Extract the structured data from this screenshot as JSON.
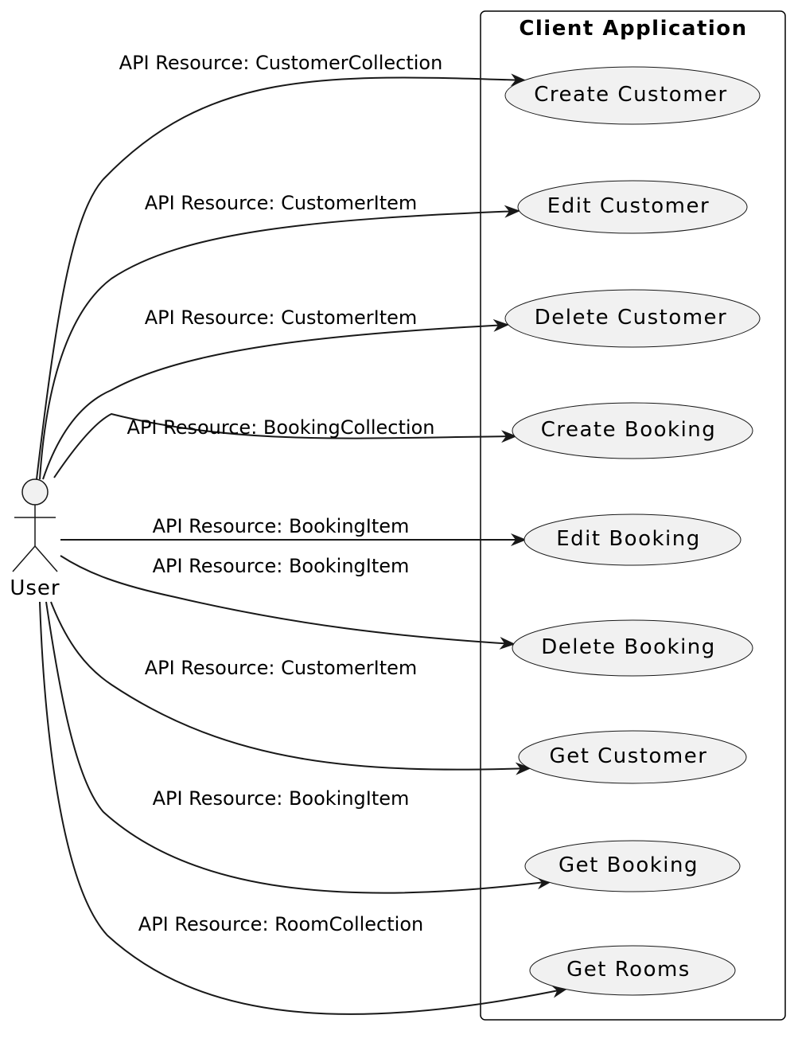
{
  "boundary": {
    "title": "Client Application"
  },
  "actor": {
    "name": "User"
  },
  "use_cases": [
    {
      "id": "uc-create-customer",
      "label": "Create Customer"
    },
    {
      "id": "uc-edit-customer",
      "label": "Edit Customer"
    },
    {
      "id": "uc-delete-customer",
      "label": "Delete Customer"
    },
    {
      "id": "uc-create-booking",
      "label": "Create Booking"
    },
    {
      "id": "uc-edit-booking",
      "label": "Edit Booking"
    },
    {
      "id": "uc-delete-booking",
      "label": "Delete Booking"
    },
    {
      "id": "uc-get-customer",
      "label": "Get Customer"
    },
    {
      "id": "uc-get-booking",
      "label": "Get Booking"
    },
    {
      "id": "uc-get-rooms",
      "label": "Get Rooms"
    }
  ],
  "edges": [
    {
      "label": "API Resource: CustomerCollection",
      "target": "Create Customer"
    },
    {
      "label": "API Resource: CustomerItem",
      "target": "Edit Customer"
    },
    {
      "label": "API Resource: CustomerItem",
      "target": "Delete Customer"
    },
    {
      "label": "API Resource: BookingCollection",
      "target": "Create Booking"
    },
    {
      "label": "API Resource: BookingItem",
      "target": "Edit Booking"
    },
    {
      "label": "API Resource: BookingItem",
      "target": "Delete Booking"
    },
    {
      "label": "API Resource: CustomerItem",
      "target": "Get Customer"
    },
    {
      "label": "API Resource: BookingItem",
      "target": "Get Booking"
    },
    {
      "label": "API Resource: RoomCollection",
      "target": "Get Rooms"
    }
  ]
}
